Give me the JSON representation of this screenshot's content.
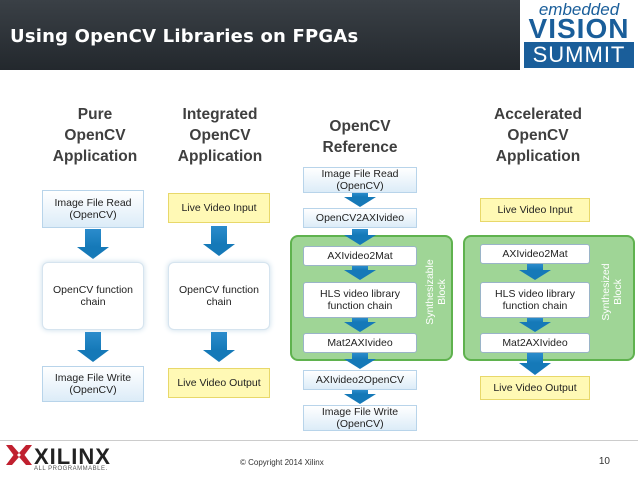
{
  "header": {
    "title": "Using OpenCV Libraries on FPGAs",
    "logo_line1": "embedded",
    "logo_line2": "VISION",
    "logo_line3": "SUMMIT"
  },
  "columns": [
    {
      "title": "Pure\nOpenCV\nApplication",
      "boxes": [
        "Image File Read\n(OpenCV)",
        "OpenCV function\nchain",
        "Image File Write\n(OpenCV)"
      ]
    },
    {
      "title": "Integrated\nOpenCV\nApplication",
      "boxes": [
        "Live Video Input",
        "OpenCV function\nchain",
        "Live Video Output"
      ]
    },
    {
      "title": "OpenCV\nReference",
      "boxes": [
        "Image File Read\n(OpenCV)",
        "OpenCV2AXIvideo",
        "AXIvideo2Mat",
        "HLS video library\nfunction chain",
        "Mat2AXIvideo",
        "AXIvideo2OpenCV",
        "Image File Write\n(OpenCV)"
      ],
      "block_label": "Synthesizable\nBlock"
    },
    {
      "title": "Accelerated\nOpenCV\nApplication",
      "boxes": [
        "Live Video Input",
        "AXIvideo2Mat",
        "HLS video library\nfunction chain",
        "Mat2AXIvideo",
        "Live Video Output"
      ],
      "block_label": "Synthesized\nBlock"
    }
  ],
  "footer": {
    "copyright": "© Copyright 2014 Xilinx",
    "page_number": "10",
    "company": "XILINX",
    "tagline": "ALL PROGRAMMABLE."
  }
}
